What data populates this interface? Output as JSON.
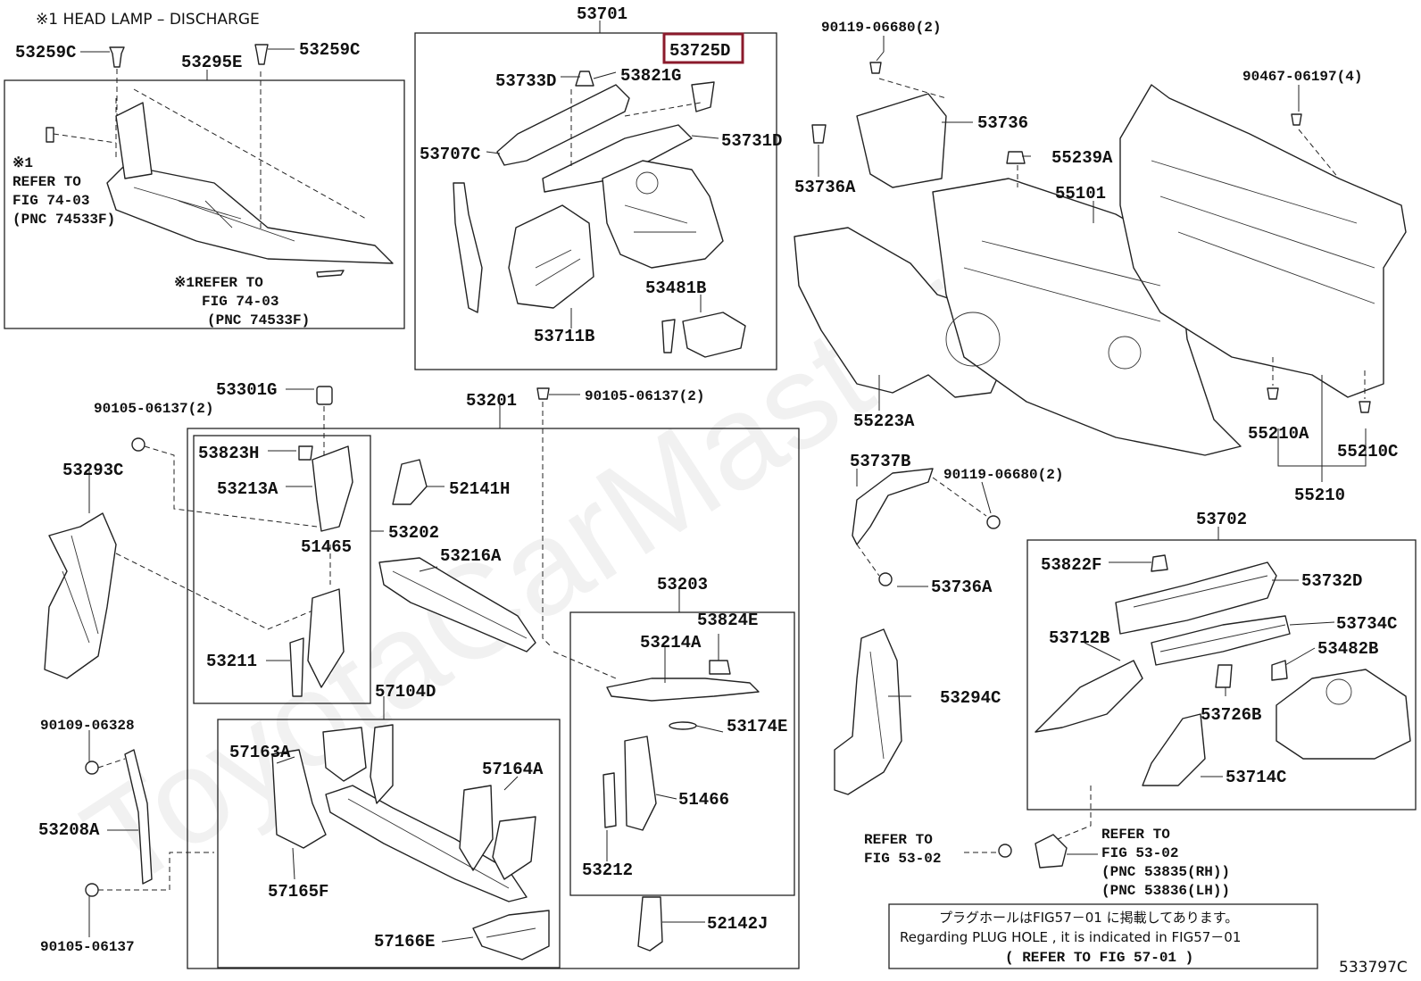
{
  "header_note": "※1 HEAD LAMP – DISCHARGE",
  "highlight_color": "#8b1a2b",
  "watermark": "ToyotaCarMaster",
  "diagram_code": "533797C",
  "labels": {
    "p53259c_l": "53259C",
    "p53259c_r": "53259C",
    "p53295e": "53295E",
    "p53701": "53701",
    "p53725d": "53725D",
    "p53733d": "53733D",
    "p53821g": "53821G",
    "p53731d": "53731D",
    "p53707c": "53707C",
    "p53481b": "53481B",
    "p53711b": "53711B",
    "p90119_top": "90119-06680(2)",
    "p90467": "90467-06197(4)",
    "p53736": "53736",
    "p53736a_top": "53736A",
    "p55239a": "55239A",
    "p55101": "55101",
    "p55223a": "55223A",
    "p55210a": "55210A",
    "p55210c": "55210C",
    "p55210": "55210",
    "p53301g": "53301G",
    "p53201": "53201",
    "p90105_mid": "90105-06137(2)",
    "p90105_left": "90105-06137(2)",
    "p53293c": "53293C",
    "p53823h": "53823H",
    "p53213a": "53213A",
    "p52141h": "52141H",
    "p53202": "53202",
    "p51465": "51465",
    "p53216a": "53216A",
    "p53211": "53211",
    "p53203": "53203",
    "p53824e": "53824E",
    "p53214a": "53214A",
    "p57104d": "57104D",
    "p53174e": "53174E",
    "p90109": "90109-06328",
    "p57163a": "57163A",
    "p57164a": "57164A",
    "p51466": "51466",
    "p53208a": "53208A",
    "p53212": "53212",
    "p57165f": "57165F",
    "p90105_bottom": "90105-06137",
    "p57166e": "57166E",
    "p52142j": "52142J",
    "p53737b": "53737B",
    "p90119_mid": "90119-06680(2)",
    "p53736a_mid": "53736A",
    "p53702": "53702",
    "p53822f": "53822F",
    "p53732d": "53732D",
    "p53734c": "53734C",
    "p53712b": "53712B",
    "p53482b": "53482B",
    "p53726b": "53726B",
    "p53294c": "53294C",
    "p53714c": "53714C"
  },
  "refer_notes": {
    "left_upper": [
      "※1",
      "REFER TO",
      "FIG 74-03",
      "(PNC 74533F)"
    ],
    "left_lower": [
      "※1REFER TO",
      "FIG 74-03",
      "(PNC 74533F)"
    ],
    "fig53_left": [
      "REFER TO",
      "FIG 53-02"
    ],
    "fig53_right": [
      "REFER TO",
      "FIG 53-02",
      "(PNC 53835(RH))",
      "(PNC 53836(LH))"
    ]
  },
  "plug_note": {
    "jp": "プラグホールはFIG57－01 に掲載してあります。",
    "en": "Regarding PLUG HOLE , it is indicated in FIG57－01",
    "ref": "(   REFER TO FIG 57-01 )"
  }
}
